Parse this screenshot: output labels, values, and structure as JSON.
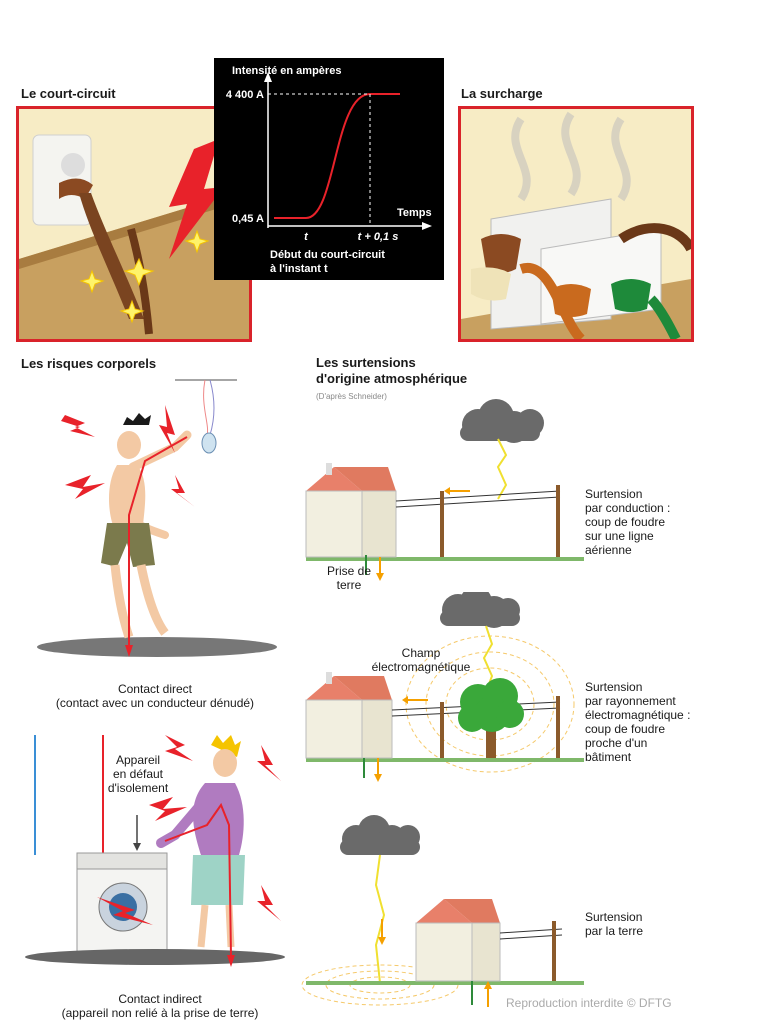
{
  "sections": {
    "court_circuit": {
      "title": "Le court-circuit"
    },
    "surcharge": {
      "title": "La surcharge"
    },
    "risques": {
      "title": "Les risques corporels",
      "direct_caption": "Contact direct\n(contact avec un conducteur dénudé)",
      "indirect_caption": "Contact indirect\n(appareil non relié à la prise de terre)",
      "appareil_label": "Appareil\nen défaut\nd'isolement"
    },
    "surtensions": {
      "title": "Les surtensions\nd'origine atmosphérique",
      "source": "(D'après Schneider)",
      "conduction": "Surtension\npar conduction :\ncoup de foudre\nsur une ligne\naérienne",
      "prise_terre": "Prise de\nterre",
      "champ": "Champ\nélectromagnétique",
      "rayonnement": "Surtension\npar rayonnement\nélectromagnétique :\ncoup de foudre\nproche d'un\nbâtiment",
      "terre": "Surtension\npar la terre"
    }
  },
  "chart_data": {
    "type": "line",
    "title": "Intensité en ampères",
    "xlabel": "Temps",
    "y_ticks": [
      "0,45 A",
      "4 400 A"
    ],
    "x_ticks": [
      "t",
      "t + 0,1 s"
    ],
    "annotation": "Début du court-circuit\nà l'instant t",
    "series": [
      {
        "values": [
          0.45,
          0.45,
          4400,
          4400
        ]
      }
    ],
    "x": [
      "",
      "t",
      "t + 0,1 s",
      ""
    ]
  },
  "footer": {
    "copyright": "Reproduction interdite © DFTG"
  },
  "colors": {
    "frame_red": "#d9232a",
    "bolt_red": "#e8222a",
    "arrow_orange": "#f5a000",
    "ground_green": "#7fb86a"
  }
}
